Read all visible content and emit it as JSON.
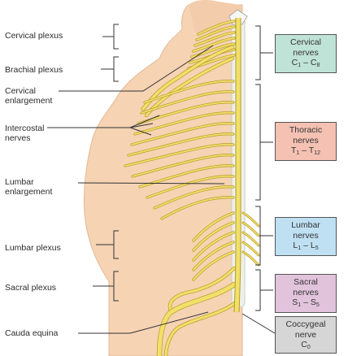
{
  "left_labels": {
    "cervical_plexus": "Cervical plexus",
    "brachial_plexus": "Brachial plexus",
    "cervical_enlargement": [
      "Cervical",
      "enlargement"
    ],
    "intercostal_nerves": [
      "Intercostal",
      "nerves"
    ],
    "lumbar_enlargement": [
      "Lumbar",
      "enlargement"
    ],
    "lumbar_plexus": "Lumbar plexus",
    "sacral_plexus": "Sacral plexus",
    "cauda_equina": "Cauda equina"
  },
  "boxes": {
    "cervical": {
      "title1": "Cervical",
      "title2": "nerves",
      "from": "C",
      "from_sub": "1",
      "dash": " – ",
      "to": "C",
      "to_sub": "8",
      "color": "#bfe3d6"
    },
    "thoracic": {
      "title1": "Thoracic",
      "title2": "nerves",
      "from": "T",
      "from_sub": "1",
      "dash": " – ",
      "to": "T",
      "to_sub": "12",
      "color": "#f4c1b2"
    },
    "lumbar": {
      "title1": "Lumbar",
      "title2": "nerves",
      "from": "L",
      "from_sub": "1",
      "dash": " – ",
      "to": "L",
      "to_sub": "5",
      "color": "#bfe0f3"
    },
    "sacral": {
      "title1": "Sacral",
      "title2": "nerves",
      "from": "S",
      "from_sub": "1",
      "dash": " – ",
      "to": "S",
      "to_sub": "5",
      "color": "#e2c3dc"
    },
    "coccygeal": {
      "title1": "Coccygeal",
      "title2": "nerve",
      "from": "C",
      "from_sub": "0",
      "dash": "",
      "to": "",
      "to_sub": "",
      "color": "#d6d6d6"
    }
  },
  "colors": {
    "skin": "#f6d3b3",
    "skin_edge": "#e3b896",
    "nerve": "#f1e06a",
    "nerve_edge": "#b79a28",
    "spine": "#eef1ea",
    "line": "#333333"
  }
}
